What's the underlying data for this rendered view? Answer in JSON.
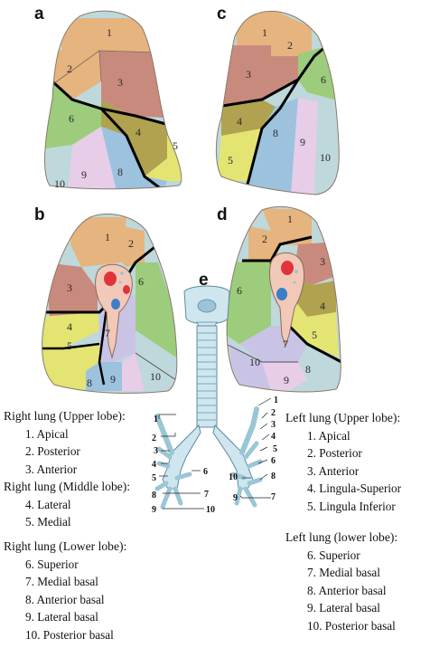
{
  "panels": {
    "a": "a",
    "b": "b",
    "c": "c",
    "d": "d",
    "e": "e"
  },
  "segment_numbers": [
    "1",
    "2",
    "3",
    "4",
    "5",
    "6",
    "7",
    "8",
    "9",
    "10"
  ],
  "colors": {
    "apical": "#e6b47e",
    "posterior": "#e6b47e",
    "anterior": "#c98a7e",
    "superior": "#9ccc7c",
    "lateral_mid": "#b0a24e",
    "medial_mid": "#e3e472",
    "medial_basal": "#c9c4e6",
    "anterior_basal": "#9cc2de",
    "lateral_basal": "#e7cde8",
    "posterior_basal": "#bed8dc",
    "fissure": "#000000",
    "hilum": "#f2c9b8",
    "vessel_red": "#e0343a",
    "vessel_blue": "#3c7ec8",
    "trachea": "#b8dbe8"
  },
  "right_upper": {
    "title": "Right lung (Upper lobe):",
    "items": [
      "1. Apical",
      "2. Posterior",
      "3. Anterior"
    ]
  },
  "right_middle": {
    "title": "Right lung (Middle lobe):",
    "items": [
      "4. Lateral",
      "5. Medial"
    ]
  },
  "right_lower": {
    "title": "Right lung (Lower lobe):",
    "items": [
      "6. Superior",
      "7. Medial basal",
      "8. Anterior basal",
      "9. Lateral basal",
      "10. Posterior basal"
    ]
  },
  "left_upper": {
    "title": "Left lung (Upper lobe):",
    "items": [
      "1. Apical",
      "2. Posterior",
      "3. Anterior",
      "4. Lingula-Superior",
      "5. Lingula Inferior"
    ]
  },
  "left_lower": {
    "title": "Left lung (lower lobe):",
    "items": [
      "6. Superior",
      "7. Medial basal",
      "8. Anterior basal",
      "9. Lateral basal",
      "10. Posterior basal"
    ]
  }
}
